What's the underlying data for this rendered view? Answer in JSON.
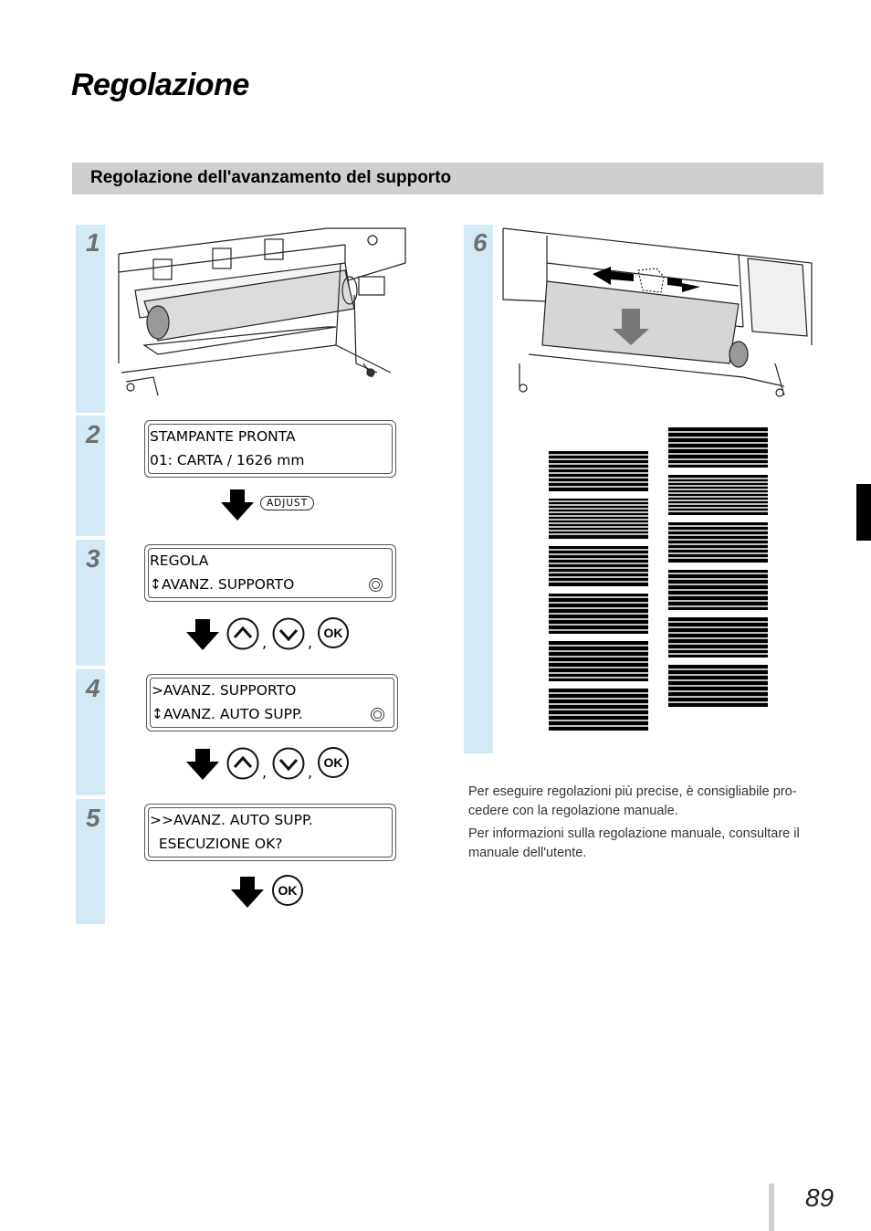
{
  "page": {
    "title": "Regolazione",
    "section_title": "Regolazione dell'avanzamento del supporto",
    "page_number": "89"
  },
  "steps": [
    {
      "number": "1"
    },
    {
      "number": "2",
      "lcd_line1": "STAMPANTE PRONTA",
      "lcd_line2": "01: CARTA / 1626 mm",
      "button": "ADJUST"
    },
    {
      "number": "3",
      "lcd_line1": "REGOLA",
      "lcd_line2": "↕AVANZ. SUPPORTO"
    },
    {
      "number": "4",
      "lcd_line1": ">AVANZ. SUPPORTO",
      "lcd_line2": "↕AVANZ. AUTO SUPP."
    },
    {
      "number": "5",
      "lcd_line1": ">>AVANZ. AUTO SUPP.",
      "lcd_line2": "  ESECUZIONE OK?"
    },
    {
      "number": "6"
    }
  ],
  "buttons": {
    "ok": "OK",
    "separator": ","
  },
  "notes": [
    "Per eseguire regolazioni più precise, è consigliabile pro-cedere con la regolazione manuale.",
    "Per informazioni sulla regolazione manuale, consultare il manuale dell'utente."
  ],
  "icons": [
    "arrow-down-icon",
    "up-button-icon",
    "down-button-icon",
    "ok-button-icon",
    "dial-icon"
  ]
}
